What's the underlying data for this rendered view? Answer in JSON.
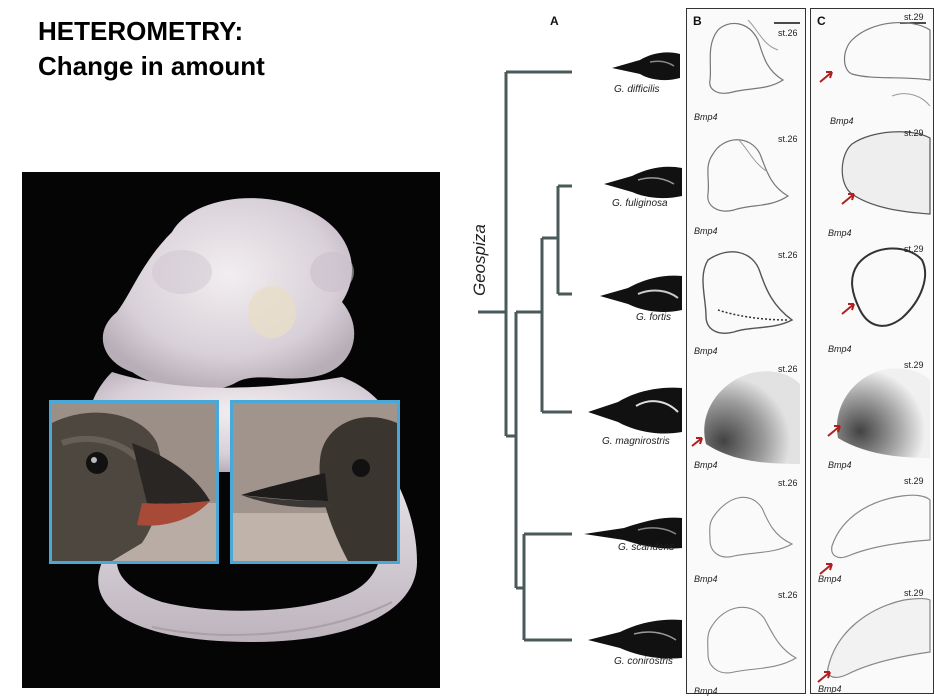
{
  "slide": {
    "title_line1": "HETEROMETRY:",
    "title_line2": "Change in amount"
  },
  "figure": {
    "panel_labels": [
      "A",
      "B",
      "C"
    ],
    "genus": "Geospiza",
    "species": [
      {
        "name": "G. difficilis",
        "gene_b": "Bmp4",
        "stage_b": "st.26",
        "gene_c": "Bmp4",
        "stage_c": "st.29"
      },
      {
        "name": "G. fuliginosa",
        "gene_b": "Bmp4",
        "stage_b": "st.26",
        "gene_c": "Bmp4",
        "stage_c": "st.29"
      },
      {
        "name": "G. fortis",
        "gene_b": "Bmp4",
        "stage_b": "st.26",
        "gene_c": "Bmp4",
        "stage_c": "st.29"
      },
      {
        "name": "G. magnirostris",
        "gene_b": "Bmp4",
        "stage_b": "st.26",
        "gene_c": "Bmp4",
        "stage_c": "st.29"
      },
      {
        "name": "G. scandens",
        "gene_b": "Bmp4",
        "stage_b": "st.26",
        "gene_c": "Bmp4",
        "stage_c": "st.29"
      },
      {
        "name": "G. conirostris",
        "gene_b": "Bmp4",
        "stage_b": "st.26",
        "gene_c": "Bmp4",
        "stage_c": "st.29"
      }
    ],
    "colors": {
      "tree": "#4a5a5a",
      "inset_border": "#4aa8d8",
      "arrow": "#b02020"
    }
  }
}
